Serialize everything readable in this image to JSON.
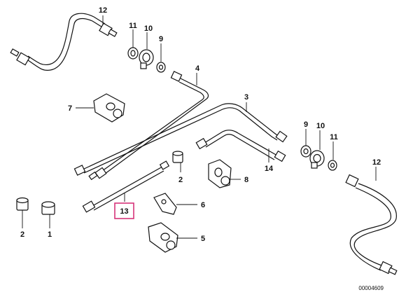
{
  "colors": {
    "line": "#111111",
    "highlight": "#d6337a",
    "background": "#ffffff"
  },
  "callouts": [
    {
      "id": "12a",
      "text": "12"
    },
    {
      "id": "11a",
      "text": "11"
    },
    {
      "id": "10a",
      "text": "10"
    },
    {
      "id": "9a",
      "text": "9"
    },
    {
      "id": "4",
      "text": "4"
    },
    {
      "id": "7",
      "text": "7"
    },
    {
      "id": "3",
      "text": "3"
    },
    {
      "id": "9b",
      "text": "9"
    },
    {
      "id": "10b",
      "text": "10"
    },
    {
      "id": "11b",
      "text": "11"
    },
    {
      "id": "12b",
      "text": "12"
    },
    {
      "id": "14",
      "text": "14"
    },
    {
      "id": "2a",
      "text": "2"
    },
    {
      "id": "8",
      "text": "8"
    },
    {
      "id": "6",
      "text": "6"
    },
    {
      "id": "13",
      "text": "13"
    },
    {
      "id": "2b",
      "text": "2"
    },
    {
      "id": "1",
      "text": "1"
    },
    {
      "id": "5",
      "text": "5"
    }
  ],
  "highlighted_callout": "13",
  "reference_number": "00004609"
}
